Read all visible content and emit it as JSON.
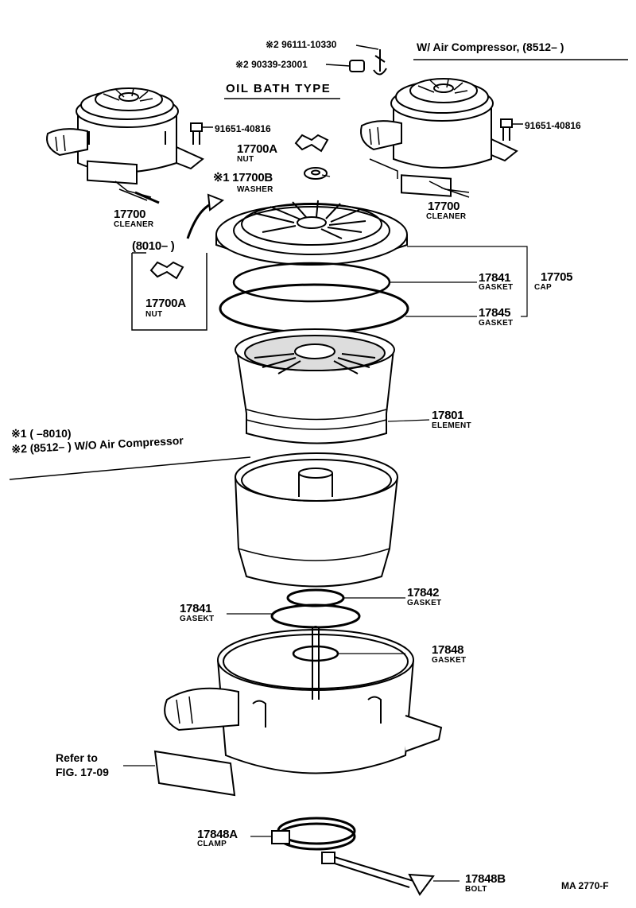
{
  "notes": {
    "with_compressor": "W/ Air Compressor, (8512–        )",
    "oil_bath": "OIL BATH TYPE",
    "bracket_range": "(8010–        )",
    "note1": "※1 (        –8010)",
    "note2": "※2 (8512–        ) W/O Air Compressor",
    "refer": "Refer to",
    "refer_fig": "FIG. 17-09",
    "drawing_no": "MA 2770-F"
  },
  "parts": {
    "p96111": "※2 96111-10330",
    "p90339": "※2 90339-23001",
    "bolt_left": "91651-40816",
    "bolt_right": "91651-40816",
    "cleaner_left_num": "17700",
    "cleaner_left_name": "CLEANER",
    "cleaner_right_num": "17700",
    "cleaner_right_name": "CLEANER",
    "nut_num": "17700A",
    "nut_name": "NUT",
    "washer_num": "※1 17700B",
    "washer_name": "WASHER",
    "nut_box_num": "17700A",
    "nut_box_name": "NUT",
    "g17841_num": "17841",
    "g17841_name": "GASKET",
    "cap_num": "17705",
    "cap_name": "CAP",
    "g17845_num": "17845",
    "g17845_name": "GASKET",
    "element_num": "17801",
    "element_name": "ELEMENT",
    "g17842_num": "17842",
    "g17842_name": "GASKET",
    "g17841b_num": "17841",
    "g17841b_name": "GASEKT",
    "g17848_num": "17848",
    "g17848_name": "GASKET",
    "clamp_num": "17848A",
    "clamp_name": "CLAMP",
    "bolt_num": "17848B",
    "bolt_name": "BOLT"
  }
}
